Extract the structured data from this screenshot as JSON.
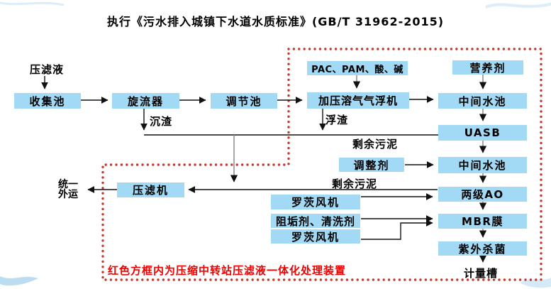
{
  "title": "执行《污水排入城镇下水道水质标准》(GB/T 31962-2015)",
  "colors": {
    "box_fill": "#A2D9F4",
    "red_dashed_border": "#C0392B",
    "note_red": "#EE0000",
    "line_black": "#111111",
    "line_gray": "#8A8A8A"
  },
  "boxes": [
    {
      "id": "collection-tank",
      "label": "收集池"
    },
    {
      "id": "cyclone",
      "label": "旋流器"
    },
    {
      "id": "regulating-tank",
      "label": "调节池"
    },
    {
      "id": "chemicals-pac-pam",
      "label": "PAC、PAM、酸、碱"
    },
    {
      "id": "daf-machine",
      "label": "加压溶气气浮机"
    },
    {
      "id": "nutrient",
      "label": "营养剂"
    },
    {
      "id": "intermediate-tank-1",
      "label": "中间水池"
    },
    {
      "id": "uasb",
      "label": "UASB"
    },
    {
      "id": "adjusting-agent",
      "label": "调整剂"
    },
    {
      "id": "intermediate-tank-2",
      "label": "中间水池"
    },
    {
      "id": "filter-press",
      "label": "压滤机"
    },
    {
      "id": "two-stage-ao",
      "label": "两级AO"
    },
    {
      "id": "roots-blower-1",
      "label": "罗茨风机"
    },
    {
      "id": "antiscalant-cleaner",
      "label": "阻垢剂、清洗剂"
    },
    {
      "id": "roots-blower-2",
      "label": "罗茨风机"
    },
    {
      "id": "mbr-membrane",
      "label": "MBR膜"
    },
    {
      "id": "uv-disinfection",
      "label": "紫外杀菌"
    }
  ],
  "labels": [
    {
      "id": "filtrate-input",
      "text": "压滤液"
    },
    {
      "id": "settled-residue",
      "text": "沉渣"
    },
    {
      "id": "scum",
      "text": "浮渣"
    },
    {
      "id": "excess-sludge-1",
      "text": "剩余污泥"
    },
    {
      "id": "excess-sludge-2",
      "text": "剩余污泥"
    },
    {
      "id": "unified-transport",
      "text": "统一\n外运"
    },
    {
      "id": "metering-tank",
      "text": "计量槽"
    }
  ],
  "note": "红色方框内为压缩中转站压滤液一体化处理装置",
  "edges": [
    {
      "from": "filtrate-input",
      "to": "collection-tank"
    },
    {
      "from": "collection-tank",
      "to": "cyclone"
    },
    {
      "from": "cyclone",
      "to": "regulating-tank"
    },
    {
      "from": "regulating-tank",
      "to": "daf-machine"
    },
    {
      "from": "chemicals-pac-pam",
      "to": "daf-machine"
    },
    {
      "from": "daf-machine",
      "to": "intermediate-tank-1"
    },
    {
      "from": "nutrient",
      "to": "intermediate-tank-1"
    },
    {
      "from": "intermediate-tank-1",
      "to": "uasb"
    },
    {
      "from": "cyclone",
      "to": "sludge-collect-line",
      "label": "沉渣"
    },
    {
      "from": "daf-machine",
      "to": "sludge-collect-line",
      "label": "浮渣"
    },
    {
      "from": "uasb",
      "to": "sludge-collect-line",
      "label": "剩余污泥"
    },
    {
      "from": "sludge-collect-line",
      "to": "filter-press"
    },
    {
      "from": "uasb",
      "to": "intermediate-tank-2"
    },
    {
      "from": "adjusting-agent",
      "to": "intermediate-tank-2"
    },
    {
      "from": "intermediate-tank-2",
      "to": "two-stage-ao"
    },
    {
      "from": "two-stage-ao",
      "to": "filter-press",
      "label": "剩余污泥"
    },
    {
      "from": "roots-blower-1",
      "to": "two-stage-ao"
    },
    {
      "from": "two-stage-ao",
      "to": "mbr-membrane"
    },
    {
      "from": "antiscalant-cleaner",
      "to": "mbr-membrane"
    },
    {
      "from": "roots-blower-2",
      "to": "mbr-membrane"
    },
    {
      "from": "mbr-membrane",
      "to": "uv-disinfection"
    },
    {
      "from": "uv-disinfection",
      "to": "metering-tank"
    },
    {
      "from": "filter-press",
      "to": "unified-transport"
    }
  ]
}
